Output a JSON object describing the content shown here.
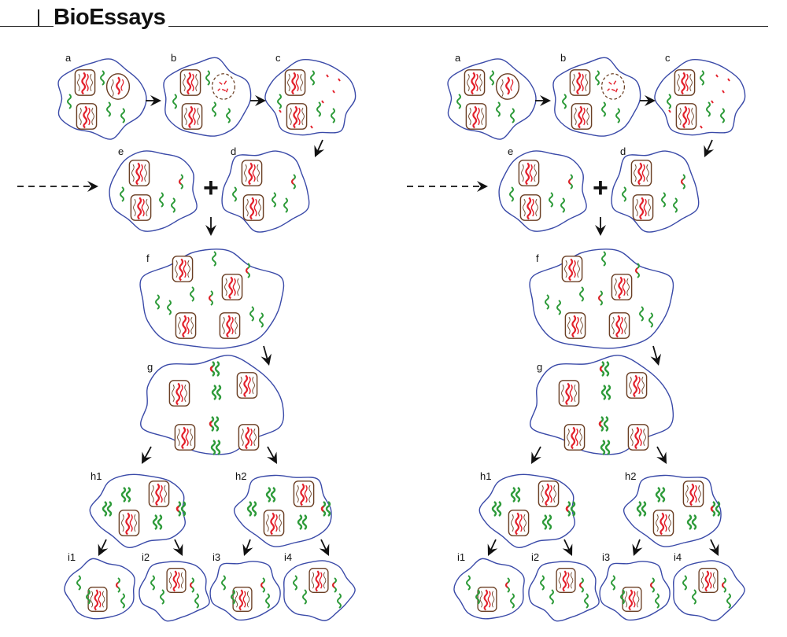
{
  "header": {
    "brand": "BioEssays"
  },
  "palette": {
    "cell_outline": "#3a4aa8",
    "nucleoid_outline": "#6b3f24",
    "chromosome": "#e3202b",
    "green_dna": "#2e9b3a",
    "red_fragment": "#e3202b",
    "arrow": "#111111"
  },
  "panels": [
    {
      "stage_labels": {
        "a": "a",
        "b": "b",
        "c": "c",
        "d": "d",
        "e": "e",
        "f": "f",
        "g": "g",
        "h1": "h1",
        "h2": "h2",
        "i1": "i1",
        "i2": "i2",
        "i3": "i3",
        "i4": "i4"
      },
      "plus": "+"
    },
    {
      "stage_labels": {
        "a": "a",
        "b": "b",
        "c": "c",
        "d": "d",
        "e": "e",
        "f": "f",
        "g": "g",
        "h1": "h1",
        "h2": "h2",
        "i1": "i1",
        "i2": "i2",
        "i3": "i3",
        "i4": "i4"
      },
      "plus": "+"
    }
  ]
}
